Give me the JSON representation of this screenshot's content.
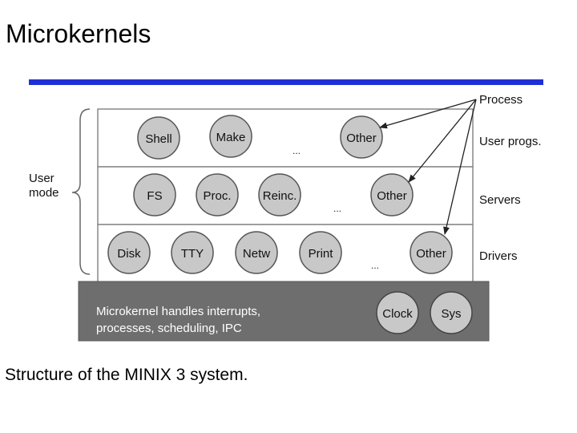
{
  "title": "Microkernels",
  "caption": "Structure of the MINIX 3 system.",
  "colors": {
    "accent_rule": "#1f2fd6",
    "kernel_band": "#6e6e6e",
    "node_fill": "#c8c8c8"
  },
  "diagram": {
    "user_mode_label": [
      "User",
      "mode"
    ],
    "process_label": "Process",
    "ellipsis": "...",
    "layers": [
      {
        "label": "User progs.",
        "nodes": [
          "Shell",
          "Make",
          "Other"
        ]
      },
      {
        "label": "Servers",
        "nodes": [
          "FS",
          "Proc.",
          "Reinc.",
          "Other"
        ]
      },
      {
        "label": "Drivers",
        "nodes": [
          "Disk",
          "TTY",
          "Netw",
          "Print",
          "Other"
        ]
      }
    ],
    "kernel": {
      "text": [
        "Microkernel handles interrupts,",
        "processes, scheduling, IPC"
      ],
      "nodes": [
        "Clock",
        "Sys"
      ]
    }
  }
}
